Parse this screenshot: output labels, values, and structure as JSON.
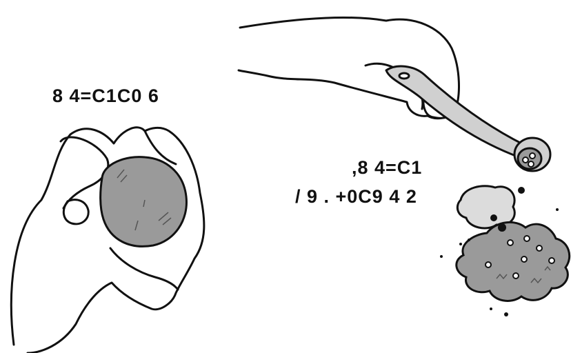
{
  "labels": {
    "left": "8 4=C1C0 6",
    "right_line1": ",8 4=C1",
    "right_line2": "/ 9 . +0C9 4 2"
  },
  "colors": {
    "outline": "#111111",
    "ball_fill": "#9a9a9a",
    "scoop_fill": "#d0d0d0",
    "dough_light": "#dcdcdc",
    "dough_dark": "#9a9a9a",
    "background": "#ffffff"
  },
  "illustrations": [
    "hand-rolling-ball",
    "hand-with-melon-baller",
    "dough-piece",
    "scooped-dough-pile"
  ]
}
